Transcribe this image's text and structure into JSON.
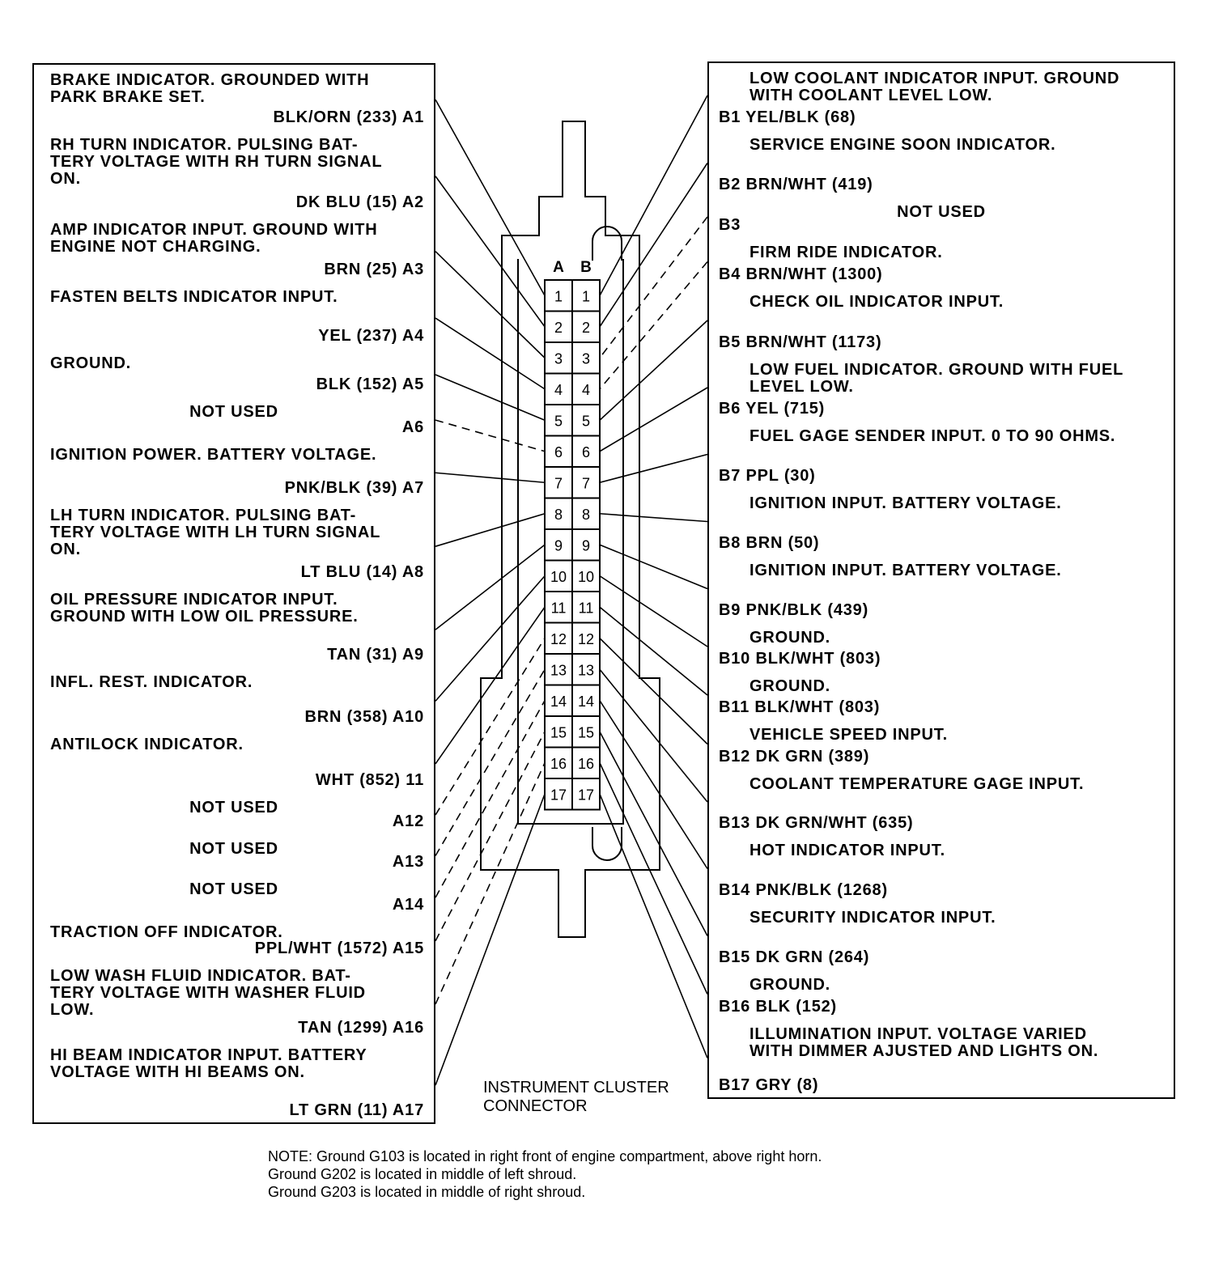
{
  "left_circuits": [
    {
      "pin": "A1",
      "text": "BRAKE INDICATOR. GROUNDED WITH\nPARK BRAKE SET.",
      "wire": "BLK/ORN (233)  A1",
      "used": true
    },
    {
      "pin": "A2",
      "text": "RH TURN INDICATOR. PULSING BAT-\nTERY VOLTAGE WITH RH TURN SIGNAL\nON.",
      "wire": "DK BLU (15)  A2",
      "used": true
    },
    {
      "pin": "A3",
      "text": "AMP INDICATOR INPUT. GROUND WITH\nENGINE NOT CHARGING.",
      "wire": "BRN (25)  A3",
      "used": true
    },
    {
      "pin": "A4",
      "text": "FASTEN BELTS INDICATOR INPUT.",
      "wire": "YEL (237)  A4",
      "used": true
    },
    {
      "pin": "A5",
      "text": "GROUND.",
      "wire": "BLK (152)  A5",
      "used": true
    },
    {
      "pin": "A6",
      "text": "NOT USED",
      "wire": "A6",
      "used": false
    },
    {
      "pin": "A7",
      "text": "IGNITION POWER. BATTERY VOLTAGE.",
      "wire": "PNK/BLK (39)  A7",
      "used": true
    },
    {
      "pin": "A8",
      "text": "LH TURN INDICATOR. PULSING BAT-\nTERY VOLTAGE WITH LH TURN SIGNAL\nON.",
      "wire": "LT BLU (14)  A8",
      "used": true
    },
    {
      "pin": "A9",
      "text": "OIL PRESSURE INDICATOR INPUT.\nGROUND WITH LOW OIL PRESSURE.",
      "wire": "TAN (31)  A9",
      "used": true
    },
    {
      "pin": "A10",
      "text": "INFL. REST. INDICATOR.",
      "wire": "BRN (358)  A10",
      "used": true
    },
    {
      "pin": "A11",
      "text": "ANTILOCK INDICATOR.",
      "wire": "WHT (852)  11",
      "used": true
    },
    {
      "pin": "A12",
      "text": "NOT USED",
      "wire": "A12",
      "used": false
    },
    {
      "pin": "A13",
      "text": "NOT USED",
      "wire": "A13",
      "used": false
    },
    {
      "pin": "A14",
      "text": "NOT USED",
      "wire": "A14",
      "used": false
    },
    {
      "pin": "A15",
      "text": "TRACTION OFF INDICATOR.",
      "wire": "PPL/WHT (1572)  A15",
      "used": false
    },
    {
      "pin": "A16",
      "text": "LOW WASH FLUID INDICATOR. BAT-\nTERY VOLTAGE WITH WASHER FLUID\nLOW.",
      "wire": "TAN (1299)  A16",
      "used": false
    },
    {
      "pin": "A17",
      "text": "HI BEAM INDICATOR INPUT. BATTERY\nVOLTAGE WITH HI BEAMS ON.",
      "wire": "LT GRN (11)  A17",
      "used": true
    }
  ],
  "right_circuits": [
    {
      "pin": "B1",
      "text": "LOW COOLANT INDICATOR INPUT. GROUND\nWITH COOLANT LEVEL LOW.",
      "wire": "B1 YEL/BLK (68)",
      "used": true
    },
    {
      "pin": "B2",
      "text": "SERVICE ENGINE SOON INDICATOR.",
      "wire": "B2 BRN/WHT (419)",
      "used": true
    },
    {
      "pin": "B3",
      "text": "NOT USED",
      "wire": "B3",
      "used": false
    },
    {
      "pin": "B4",
      "text": "FIRM RIDE INDICATOR.",
      "wire": "B4 BRN/WHT (1300)",
      "used": false
    },
    {
      "pin": "B5",
      "text": "CHECK OIL INDICATOR INPUT.",
      "wire": "B5 BRN/WHT (1173)",
      "used": true
    },
    {
      "pin": "B6",
      "text": "LOW FUEL INDICATOR. GROUND WITH FUEL\nLEVEL LOW.",
      "wire": "B6 YEL (715)",
      "used": true
    },
    {
      "pin": "B7",
      "text": "FUEL GAGE SENDER INPUT. 0 TO 90 OHMS.",
      "wire": "B7 PPL (30)",
      "used": true
    },
    {
      "pin": "B8",
      "text": "IGNITION INPUT. BATTERY VOLTAGE.",
      "wire": "B8 BRN (50)",
      "used": true
    },
    {
      "pin": "B9",
      "text": "IGNITION INPUT. BATTERY VOLTAGE.",
      "wire": "B9 PNK/BLK (439)",
      "used": true
    },
    {
      "pin": "B10",
      "text": "GROUND.",
      "wire": "B10 BLK/WHT (803)",
      "used": true
    },
    {
      "pin": "B11",
      "text": "GROUND.",
      "wire": "B11 BLK/WHT (803)",
      "used": true
    },
    {
      "pin": "B12",
      "text": "VEHICLE SPEED INPUT.",
      "wire": "B12 DK GRN (389)",
      "used": true
    },
    {
      "pin": "B13",
      "text": "COOLANT TEMPERATURE GAGE INPUT.",
      "wire": "B13 DK GRN/WHT (635)",
      "used": true
    },
    {
      "pin": "B14",
      "text": "HOT INDICATOR INPUT.",
      "wire": "B14 PNK/BLK (1268)",
      "used": true
    },
    {
      "pin": "B15",
      "text": "SECURITY INDICATOR INPUT.",
      "wire": "B15 DK GRN (264)",
      "used": true
    },
    {
      "pin": "B16",
      "text": "GROUND.",
      "wire": "B16 BLK (152)",
      "used": true
    },
    {
      "pin": "B17",
      "text": "ILLUMINATION INPUT. VOLTAGE VARIED\nWITH DIMMER AJUSTED AND LIGHTS ON.",
      "wire": "B17 GRY (8)",
      "used": true
    }
  ],
  "connector": {
    "column_labels": [
      "A",
      "B"
    ],
    "cavities": [
      "1",
      "2",
      "3",
      "4",
      "5",
      "6",
      "7",
      "8",
      "9",
      "10",
      "11",
      "12",
      "13",
      "14",
      "15",
      "16",
      "17"
    ],
    "caption": "INSTRUMENT CLUSTER\nCONNECTOR"
  },
  "note": {
    "lines": [
      "NOTE:  Ground G103 is located in right front of engine compartment, above right horn.",
      "Ground G202 is located in middle of left shroud.",
      "Ground G203 is located in middle of right shroud."
    ]
  }
}
